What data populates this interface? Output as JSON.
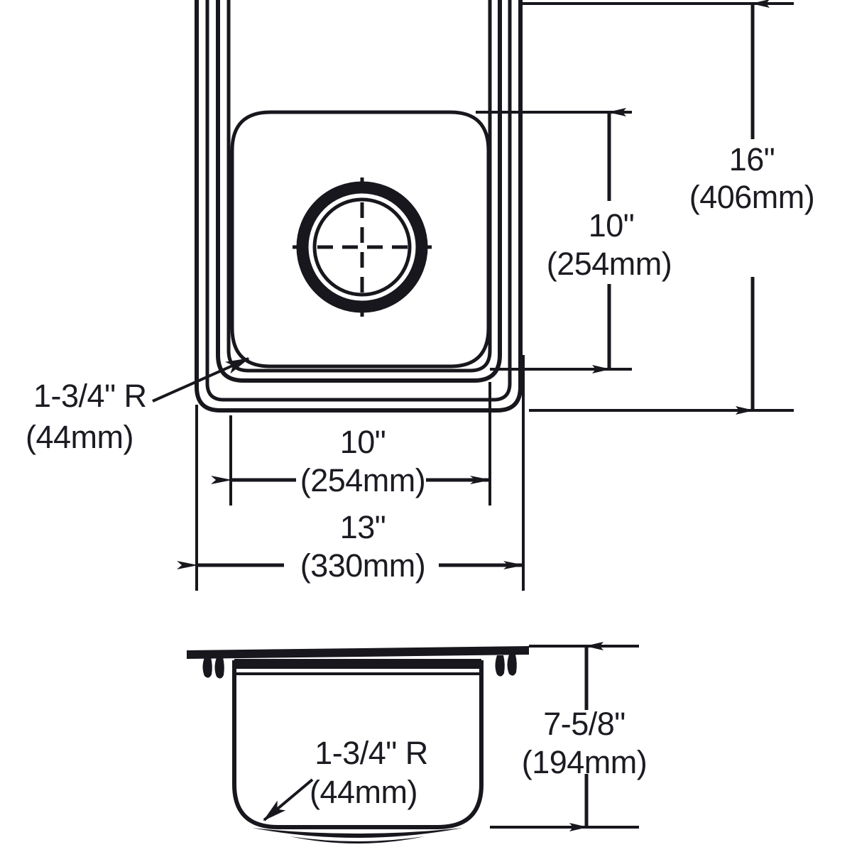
{
  "drawing": {
    "title": "Sink dimensional drawing",
    "line_color": "#17171d",
    "background_color": "#ffffff",
    "views": [
      {
        "name": "top-view",
        "label": "Top view of single bowl sink"
      },
      {
        "name": "section-view",
        "label": "Front section view of sink bowl"
      }
    ]
  },
  "dimensions": {
    "overall_height": {
      "name": "overall-height",
      "imperial": "16\"",
      "metric": "(406mm)"
    },
    "bowl_height": {
      "name": "bowl-height",
      "imperial": "10\"",
      "metric": "(254mm)"
    },
    "bowl_width": {
      "name": "bowl-width",
      "imperial": "10\"",
      "metric": "(254mm)"
    },
    "overall_width": {
      "name": "overall-width",
      "imperial": "13\"",
      "metric": "(330mm)"
    },
    "bowl_depth": {
      "name": "bowl-depth",
      "imperial": "7-5/8\"",
      "metric": "(194mm)"
    },
    "corner_radius_top": {
      "name": "corner-radius-top-view",
      "imperial": "1-3/4\" R",
      "metric": "(44mm)"
    },
    "corner_radius_section": {
      "name": "corner-radius-section-view",
      "imperial": "1-3/4\" R",
      "metric": "(44mm)"
    }
  }
}
